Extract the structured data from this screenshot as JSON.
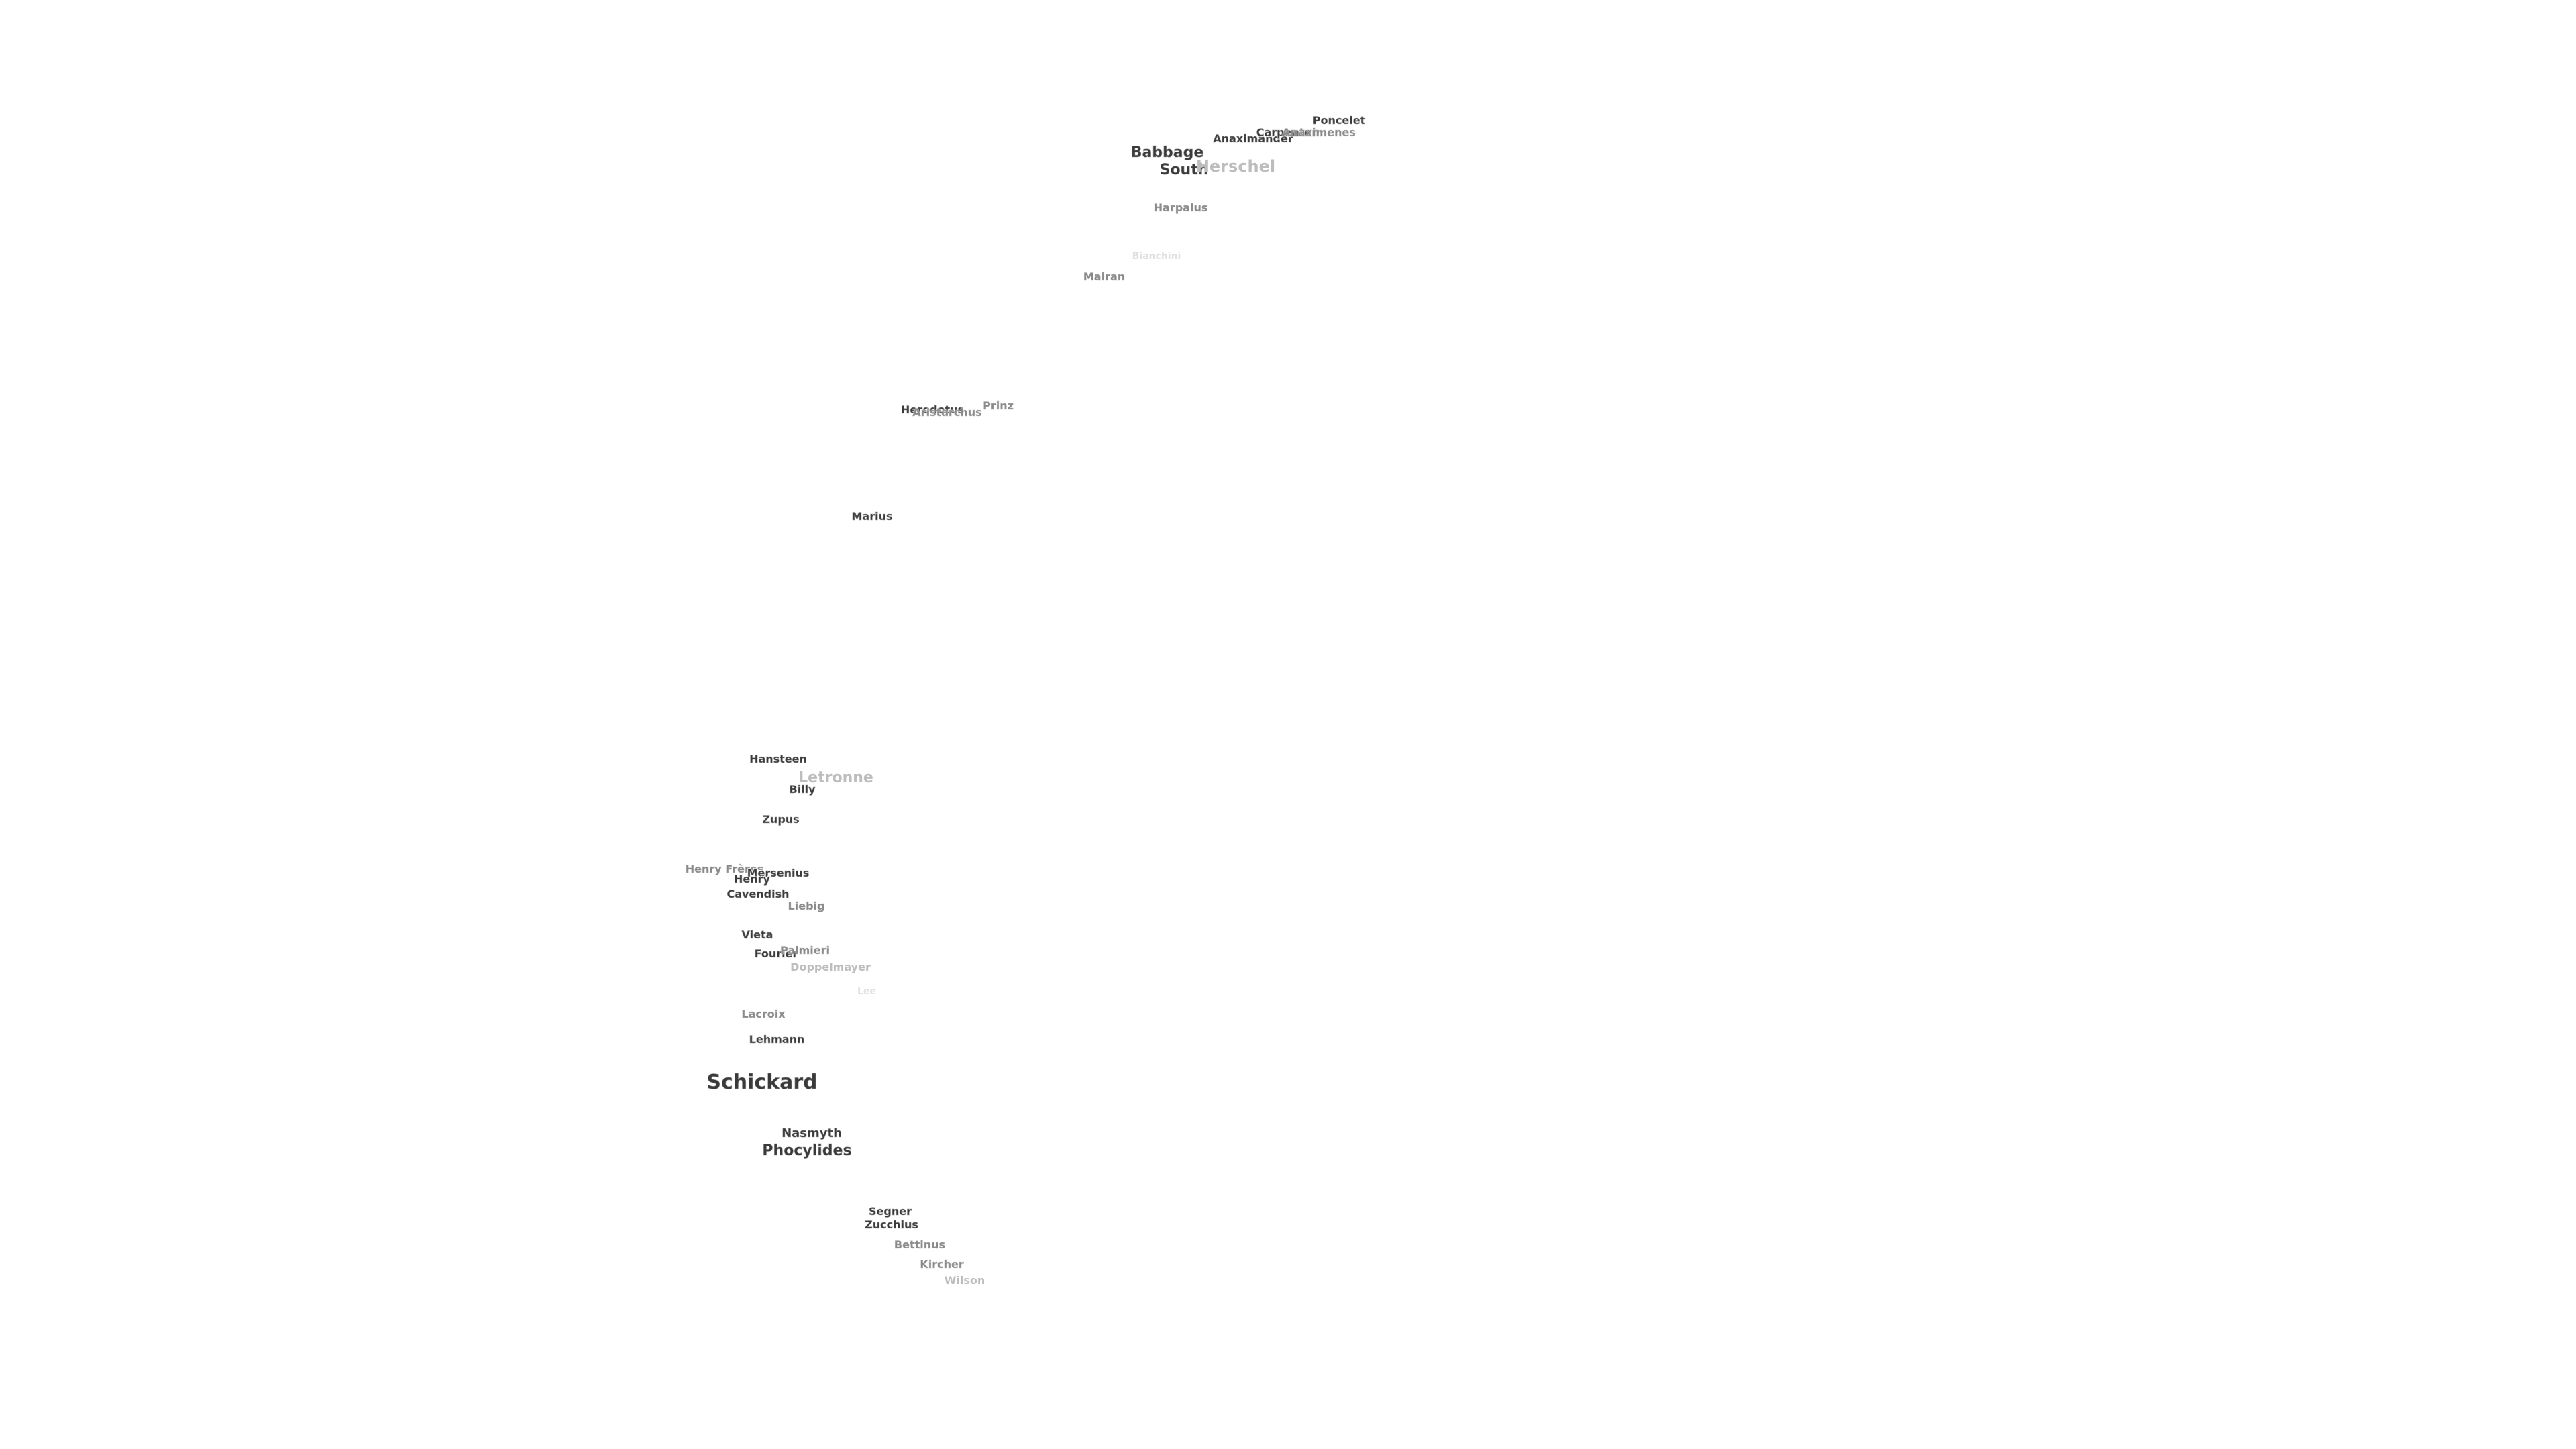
{
  "map": {
    "labels": [
      "Poncelet",
      "Anaximander",
      "Carpenter",
      "Anaximenes",
      "Babbage",
      "South",
      "Herschel",
      "Harpalus",
      "Bianchini",
      "Mairan",
      "Herodotus",
      "Aristarchus",
      "Prinz",
      "Marius",
      "Hansteen",
      "Letronne",
      "Billy",
      "Zupus",
      "Henry Frères",
      "Mersenius",
      "Henry",
      "Cavendish",
      "Liebig",
      "Vieta",
      "Fourier",
      "Palmieri",
      "Doppelmayer",
      "Lee",
      "Lacroix",
      "Lehmann",
      "Schickard",
      "Nasmyth",
      "Phocylides",
      "Segner",
      "Zucchius",
      "Bettinus",
      "Kircher",
      "Wilson"
    ]
  }
}
